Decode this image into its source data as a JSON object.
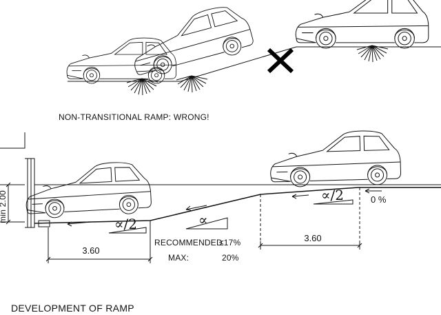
{
  "top": {
    "caption": "NON-TRANSITIONAL RAMP: WRONG!"
  },
  "bottom": {
    "caption": "DEVELOPMENT OF RAMP",
    "height_label": "min 2.00",
    "dim_left": "3.60",
    "dim_right": "3.60",
    "slope_half_left": "∝/2",
    "slope_full": "∝",
    "slope_half_right": "∝/2",
    "flat_slope": "0 %",
    "recommended_label": "RECOMMENDED",
    "recommended_value": "≤17%",
    "max_label": "MAX:",
    "max_value": "20%"
  }
}
